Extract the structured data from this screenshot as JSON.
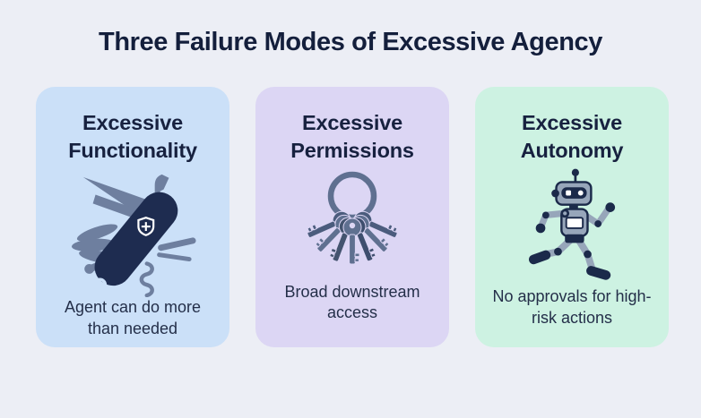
{
  "title": "Three Failure Modes of Excessive Agency",
  "cards": [
    {
      "heading": "Excessive Functionality",
      "description": "Agent can do more than needed",
      "icon": "swiss-army-knife-icon",
      "background": "#cbe0f8"
    },
    {
      "heading": "Excessive Permissions",
      "description": "Broad downstream access",
      "icon": "keyring-icon",
      "background": "#dcd6f4"
    },
    {
      "heading": "Excessive Autonomy",
      "description": "No approvals for high-risk actions",
      "icon": "running-robot-icon",
      "background": "#cdf2e2"
    }
  ],
  "colors": {
    "page_background": "#eceef5",
    "title_text": "#141f3c",
    "card_heading_text": "#17213f",
    "card_body_text": "#242f49",
    "icon_slate": "#6e7f9f",
    "key_slate": "#5f7090",
    "knife_body_navy": "#1e2c50",
    "robot_gray": "#97a6ba",
    "robot_navy": "#1b2a4a"
  }
}
